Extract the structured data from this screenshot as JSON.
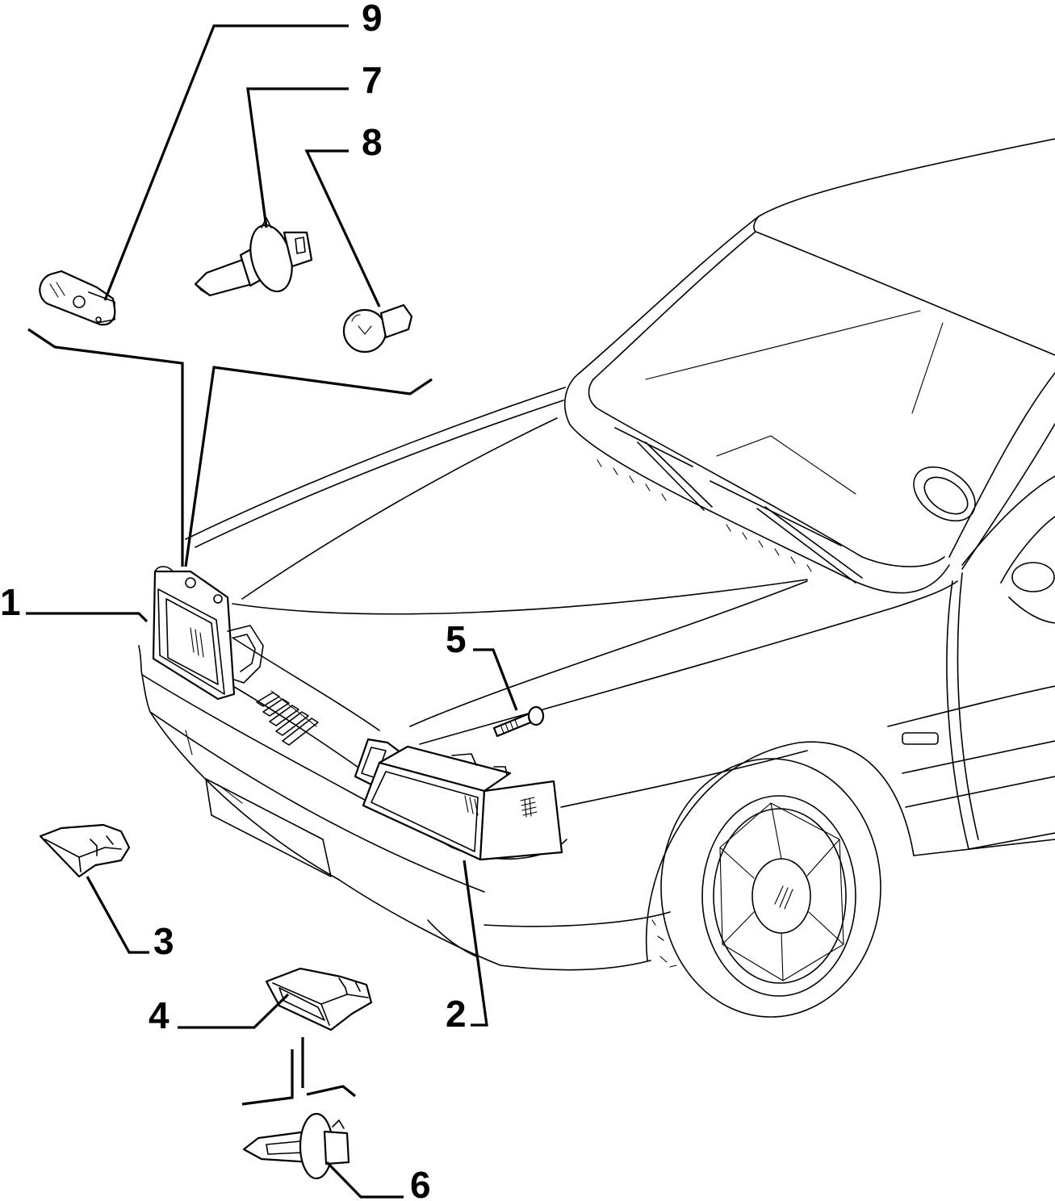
{
  "colors": {
    "line": "#000000",
    "background": "#ffffff"
  },
  "callouts": {
    "part_1": "1",
    "part_2": "2",
    "part_3": "3",
    "part_4": "4",
    "part_5": "5",
    "part_6": "6",
    "part_7": "7",
    "part_8": "8",
    "part_9": "9"
  }
}
